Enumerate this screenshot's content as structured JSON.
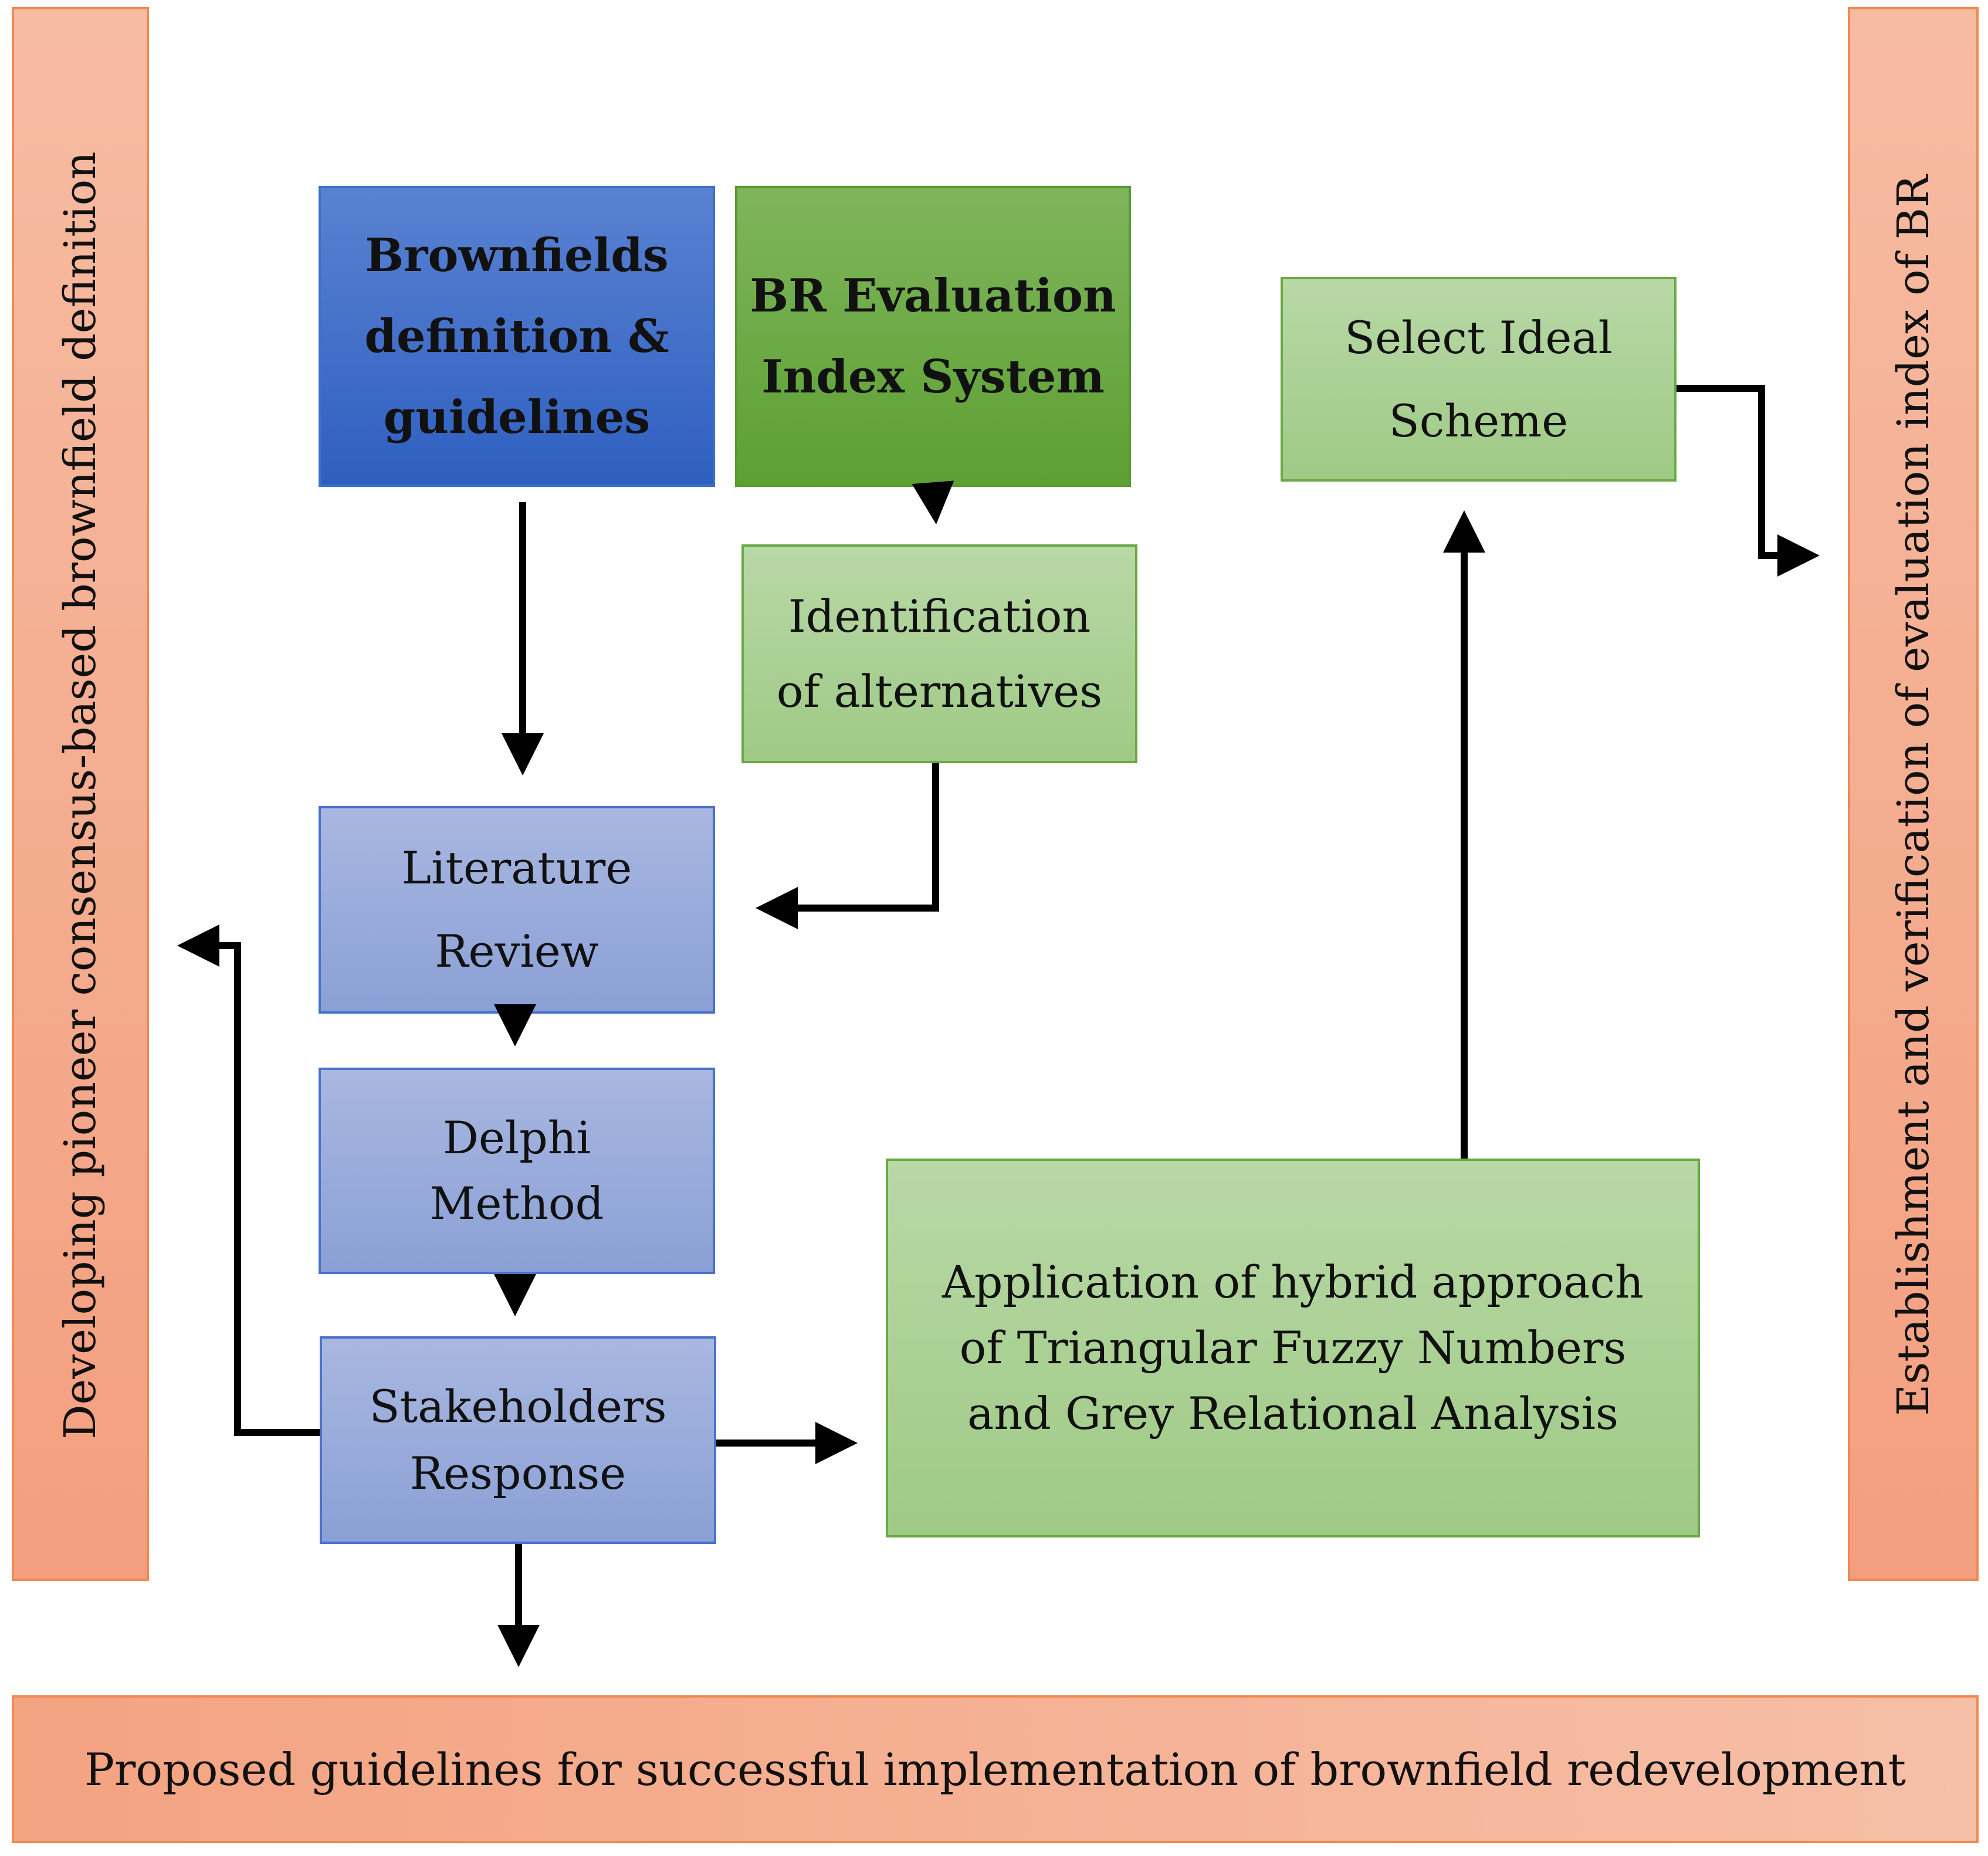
{
  "left_bar": {
    "label": "Developing pioneer consensus-based brownfield definition"
  },
  "right_bar": {
    "label": "Establishment and verification of evaluation index of BR"
  },
  "bottom_bar": {
    "label": "Proposed guidelines for successful implementation of brownfield redevelopment"
  },
  "boxes": {
    "brownfields": {
      "lines": [
        "Brownfields",
        "definition &",
        "guidelines"
      ]
    },
    "br_evaluation": {
      "lines": [
        "BR Evaluation",
        "Index System"
      ]
    },
    "identification": {
      "lines": [
        "Identification",
        "of alternatives"
      ]
    },
    "literature": {
      "lines": [
        "Literature",
        "Review"
      ]
    },
    "delphi": {
      "lines": [
        "Delphi",
        "Method"
      ]
    },
    "stakeholders": {
      "lines": [
        "Stakeholders",
        "Response"
      ]
    },
    "select_ideal": {
      "lines": [
        "Select Ideal",
        "Scheme"
      ]
    },
    "hybrid": {
      "lines": [
        "Application of hybrid approach",
        "of Triangular Fuzzy Numbers",
        "and Grey Relational Analysis"
      ]
    }
  },
  "colors": {
    "blue_dark": "#2e5fc0",
    "blue_light": "#8aa0d6",
    "green_dark": "#5da032",
    "green_light": "#9fca85",
    "orange": "#f39f7f",
    "arrow": "#000000"
  }
}
